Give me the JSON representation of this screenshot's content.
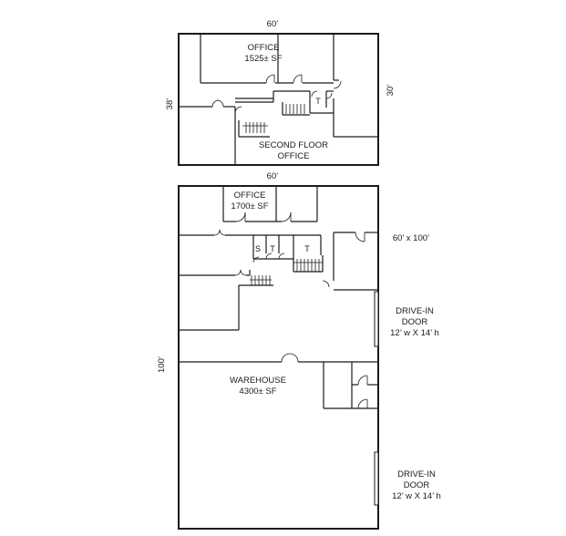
{
  "second_floor": {
    "width_dim": "60’",
    "depth_dim": "38’",
    "side_dim": "30’",
    "office_label": "OFFICE",
    "office_area": "1525± SF",
    "toilet_label": "T",
    "title_line1": "SECOND FLOOR",
    "title_line2": "OFFICE"
  },
  "first_floor": {
    "width_dim": "60’",
    "depth_dim": "100’",
    "building_dim": "60’ x 100’",
    "office_label": "OFFICE",
    "office_area": "1700± SF",
    "shower_label": "S",
    "toilet1_label": "T",
    "toilet2_label": "T",
    "warehouse_label": "WAREHOUSE",
    "warehouse_area": "4300± SF"
  },
  "doors": [
    {
      "line1": "DRIVE-IN",
      "line2": "DOOR",
      "line3": "12’ w X 14’ h"
    },
    {
      "line1": "DRIVE-IN",
      "line2": "DOOR",
      "line3": "12’ w X 14’ h"
    }
  ]
}
